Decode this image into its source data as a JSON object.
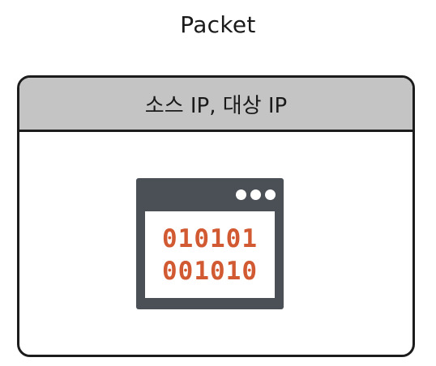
{
  "title": "Packet",
  "packet": {
    "header_label": "소스 IP, 대상 IP",
    "payload_lines": [
      "010101",
      "001010"
    ]
  },
  "colors": {
    "header_fill": "#c4c4c4",
    "border": "#1c1c1c",
    "window_frame": "#4b5057",
    "binary_text": "#d25a33"
  },
  "icons": {
    "payload": "browser-window-icon"
  }
}
